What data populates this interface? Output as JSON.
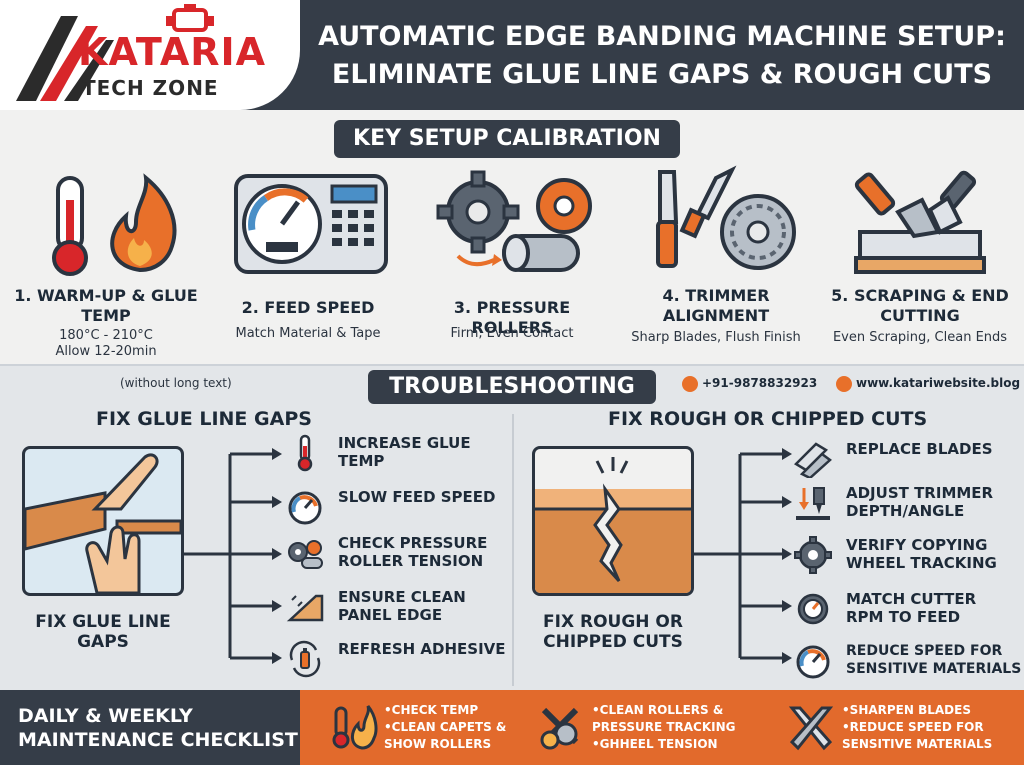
{
  "logo": {
    "line1": "KATARIA",
    "line2": "TECH ZONE"
  },
  "header": {
    "title": "AUTOMATIC EDGE BANDING MACHINE SETUP: ELIMINATE GLUE LINE GAPS & ROUGH CUTS"
  },
  "calibration": {
    "title": "KEY SETUP CALIBRATION",
    "steps": [
      {
        "title": "1. WARM-UP & GLUE TEMP",
        "sub1": "180°C - 210°C",
        "sub2": "Allow 12-20min",
        "icon": "thermometer-flame-icon"
      },
      {
        "title": "2. FEED SPEED",
        "sub1": "Match Material & Tape",
        "icon": "speed-gauge-panel-icon"
      },
      {
        "title": "3. PRESSURE ROLLERS",
        "sub1": "Firm, Even Contact",
        "icon": "gear-roller-icon"
      },
      {
        "title": "4. TRIMMER ALIGNMENT",
        "sub1": "Sharp Blades, Flush Finish",
        "icon": "blade-saw-icon"
      },
      {
        "title": "5. SCRAPING & END CUTTING",
        "sub1": "Even Scraping, Clean Ends",
        "icon": "scraper-icon"
      }
    ]
  },
  "troubleshooting": {
    "title": "TROUBLESHOOTING",
    "note": "(without long text)",
    "phone": "+91-9878832923",
    "website": "www.katariwebsite.blog",
    "glue": {
      "heading": "FIX GLUE LINE GAPS",
      "caption": "FIX GLUE LINE GAPS",
      "items": [
        {
          "text": "INCREASE GLUE TEMP",
          "icon": "thermometer-icon"
        },
        {
          "text": "SLOW FEED SPEED",
          "icon": "gauge-icon"
        },
        {
          "text": "CHECK PRESSURE ROLLER TENSION",
          "icon": "gear-roller-icon"
        },
        {
          "text": "ENSURE CLEAN PANEL EDGE",
          "icon": "panel-edge-icon"
        },
        {
          "text": "REFRESH ADHESIVE",
          "icon": "refresh-bottle-icon"
        }
      ]
    },
    "cuts": {
      "heading": "FIX ROUGH OR CHIPPED CUTS",
      "caption": "FIX ROUGH OR CHIPPED CUTS",
      "items": [
        {
          "text": "REPLACE BLADES",
          "icon": "blades-icon"
        },
        {
          "text": "ADJUST TRIMMER DEPTH/ANGLE",
          "icon": "trimmer-depth-icon"
        },
        {
          "text": "VERIFY COPYING WHEEL TRACKING",
          "icon": "gear-icon"
        },
        {
          "text": "MATCH CUTTER RPM TO FEED",
          "icon": "gear-gauge-icon"
        },
        {
          "text": "REDUCE SPEED FOR SENSITIVE MATERIALS",
          "icon": "gauge-icon"
        }
      ]
    }
  },
  "maintenance": {
    "title": "DAILY & WEEKLY MAINTENANCE CHECKLIST",
    "groups": [
      {
        "icon": "thermometer-flame-icon",
        "items": [
          "CHECK TEMP",
          "CLEAN CAPETS & SHOW ROLLERS"
        ]
      },
      {
        "icon": "tools-icon",
        "items": [
          "CLEAN ROLLERS & PRESSURE TRACKING",
          "GHHEEL TENSION"
        ]
      },
      {
        "icon": "crossed-blades-icon",
        "items": [
          "SHARPEN BLADES",
          "REDUCE  SPEED FOR SENSITIVE MATERIALS"
        ]
      }
    ]
  },
  "colors": {
    "dark": "#353d48",
    "orange": "#e26a2c",
    "red": "#d8262a",
    "light": "#f1f1f0"
  }
}
